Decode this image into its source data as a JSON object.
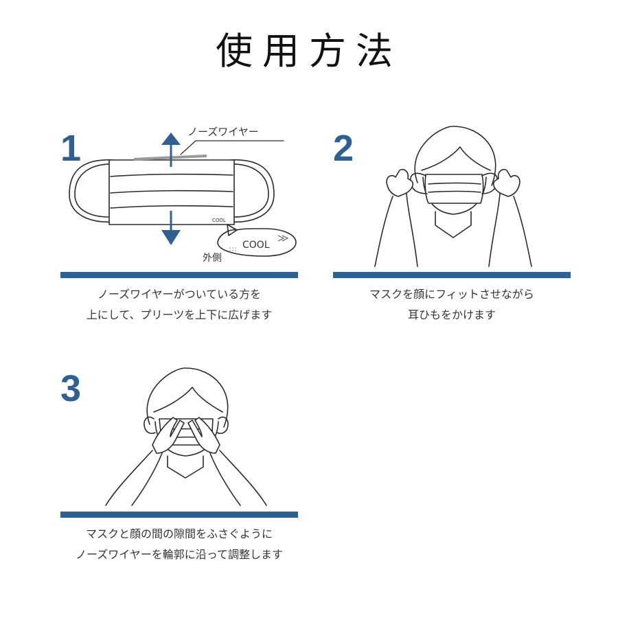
{
  "title": "使用方法",
  "colors": {
    "accent": "#2e6191",
    "text": "#333333"
  },
  "steps": [
    {
      "number": "1",
      "caption": [
        "ノーズワイヤーがついている方を",
        "上にして、プリーツを上下に広げます"
      ],
      "labels": {
        "nose_wire": "ノーズワイヤー",
        "outside": "外側",
        "tag_small": "COOL",
        "tag_large": "COOL"
      }
    },
    {
      "number": "2",
      "caption": [
        "マスクを顔にフィットさせながら",
        "耳ひもをかけます"
      ]
    },
    {
      "number": "3",
      "caption": [
        "マスクと顔の間の隙間をふさぐように",
        "ノーズワイヤーを輪郭に沿って調整します"
      ]
    }
  ]
}
